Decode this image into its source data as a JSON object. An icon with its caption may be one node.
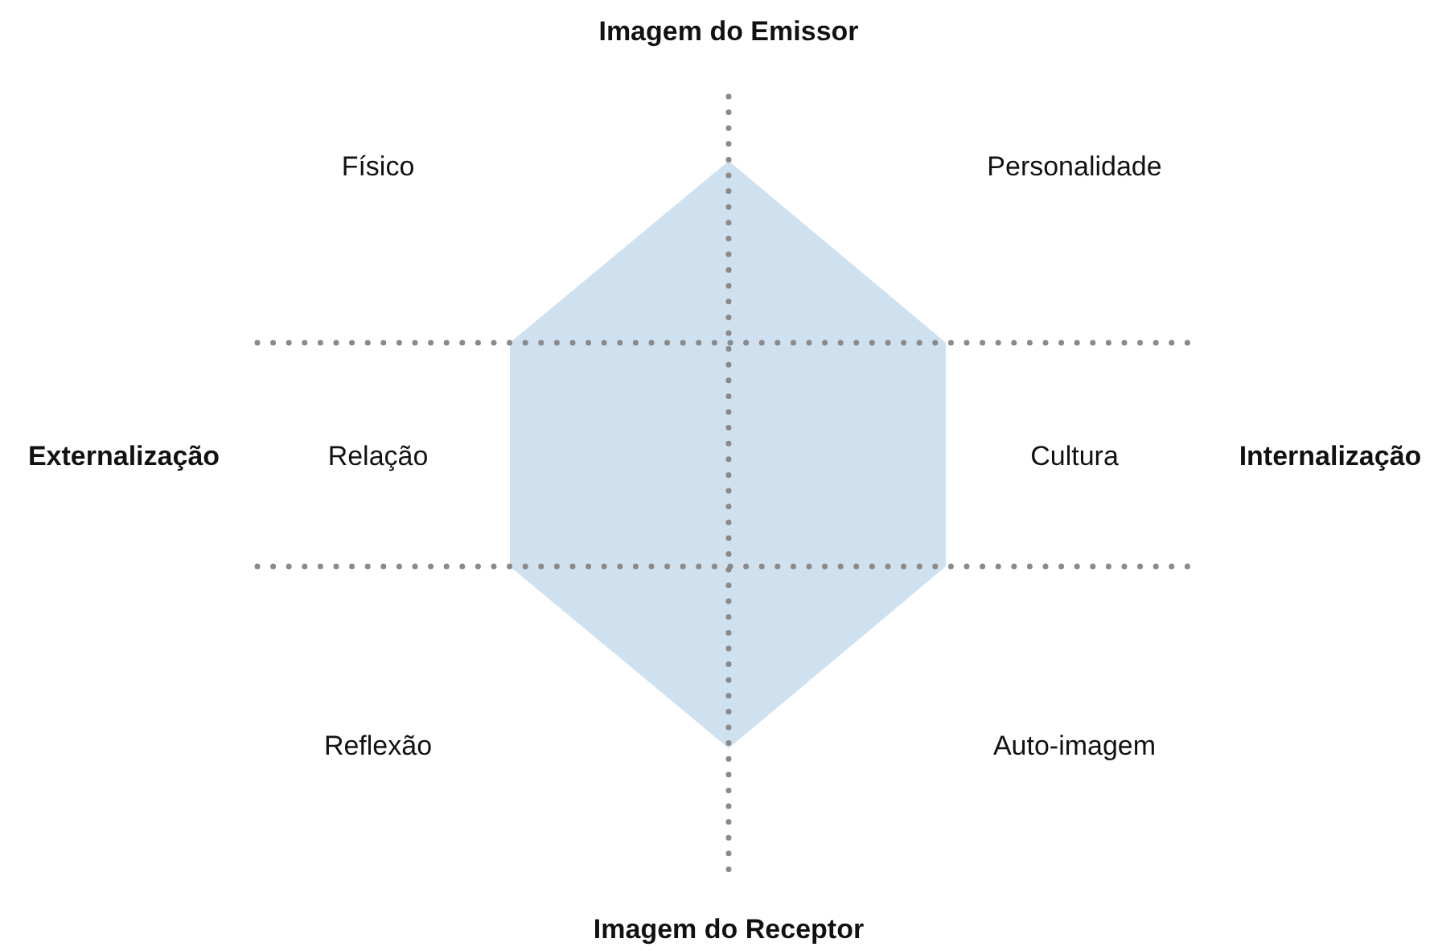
{
  "diagram": {
    "labels": [
      "Imagem do Emissor",
      "Físico",
      "Personalidade",
      "Externalização",
      "Relação",
      "Cultura",
      "Internalização",
      "Reflexão",
      "Auto-imagem",
      "Imagem do Receptor"
    ]
  }
}
